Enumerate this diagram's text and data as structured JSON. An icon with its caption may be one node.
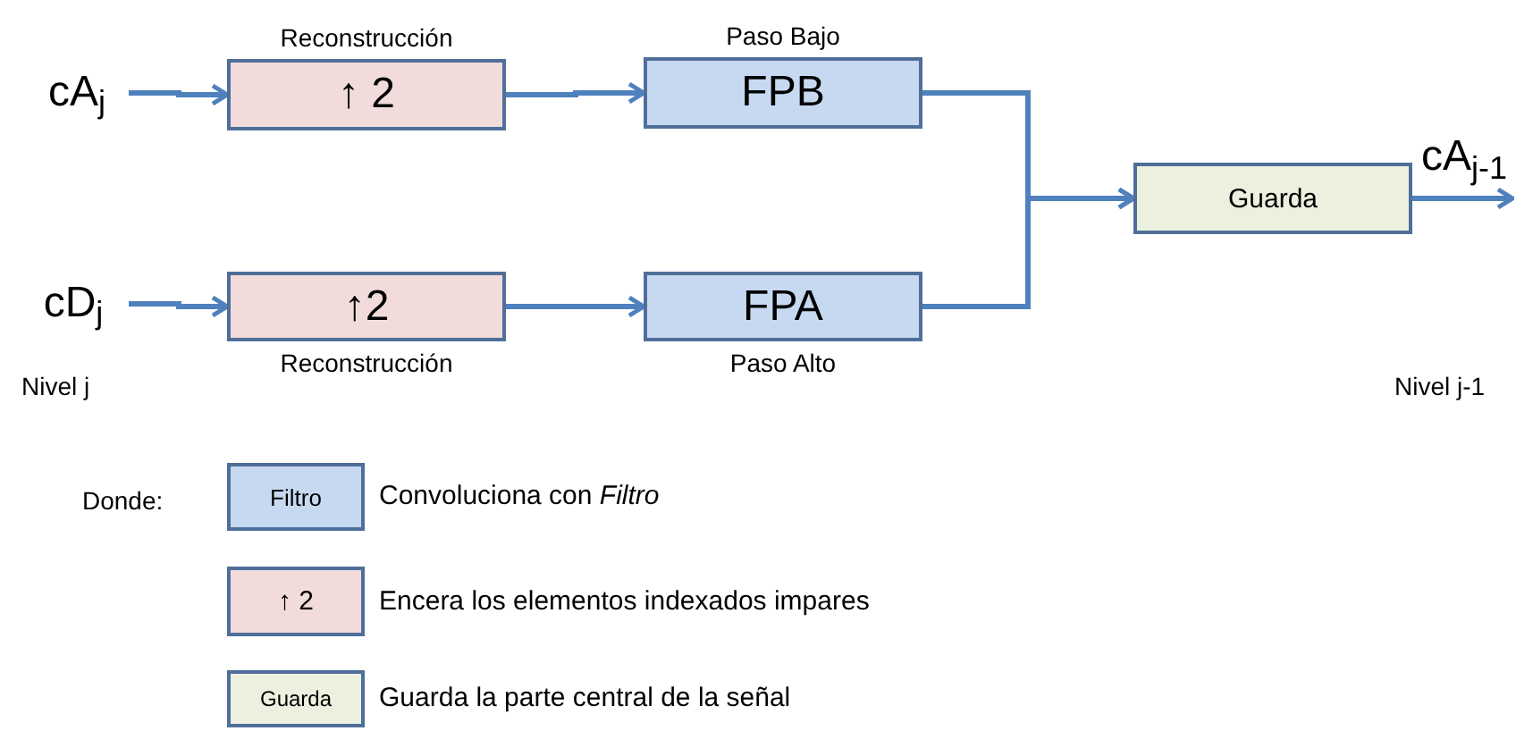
{
  "diagram": {
    "nodes": [
      {
        "text": [
          "cA$_{j}$"
        ]
      },
      {
        "text": [
          "↑ 2"
        ],
        "beside": [
          "Reconstrucción"
        ]
      },
      {
        "text": [
          "FPB"
        ],
        "beside": [
          "Paso Bajo"
        ]
      },
      {
        "text": [
          "cD$_{j}$"
        ]
      },
      {
        "text": [
          "↑2"
        ],
        "beside": [
          "Reconstrucción"
        ]
      },
      {
        "text": [
          "FPA"
        ],
        "beside": [
          "Paso Alto"
        ]
      },
      {
        "text": [
          "Guarda"
        ]
      },
      {
        "text": [
          "Filtro"
        ],
        "beside": [
          "Convoluciona con *Filtro*"
        ]
      },
      {
        "text": [
          "↑ 2"
        ],
        "beside": [
          "Encera los elementos indexados impares"
        ]
      },
      {
        "text": [
          "Guarda"
        ],
        "beside": [
          "Guarda la parte central de la señal"
        ]
      }
    ],
    "edges": [
      {
        "from": 0,
        "to": 1,
        "arrow": "to"
      },
      {
        "from": 1,
        "to": 2,
        "arrow": "to"
      },
      {
        "from": 3,
        "to": 4,
        "arrow": "to"
      },
      {
        "from": 4,
        "to": 5,
        "arrow": "to"
      },
      {
        "from": 2,
        "to": 6,
        "arrow": "to"
      },
      {
        "from": 5,
        "to": 6,
        "arrow": "to"
      },
      {
        "from": 6,
        "to": null,
        "arrow": "to",
        "label": "cA$_{j-1}$"
      }
    ],
    "labels": [
      "Nivel j",
      "Nivel j-1",
      "Donde:"
    ]
  }
}
